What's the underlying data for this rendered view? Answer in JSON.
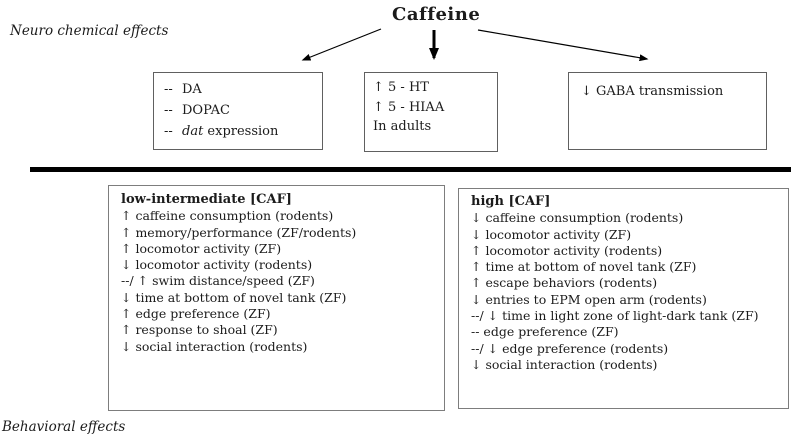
{
  "colors": {
    "text": "#1b1b1b",
    "neuro_box_border": "#606060",
    "behavior_box_border": "#7d7d7d",
    "divider": "#000000",
    "arrow": "#000000"
  },
  "header": {
    "section_label": "Neuro chemical effects",
    "title": "Caffeine"
  },
  "neuro_boxes": {
    "monoamine": {
      "items": [
        {
          "dash": "--",
          "italic": "",
          "text": "DA"
        },
        {
          "dash": "--",
          "italic": "",
          "text": "DOPAC"
        },
        {
          "dash": "--",
          "italic": "dat",
          "text": " expression"
        }
      ]
    },
    "serotonin": {
      "items": [
        "↑  5 - HT",
        "↑  5 - HIAA",
        "In adults"
      ]
    },
    "gaba": {
      "items": [
        "↓  GABA transmission"
      ]
    }
  },
  "behavior": {
    "section_label": "Behavioral effects",
    "low": {
      "title": "low-intermediate [CAF]",
      "items": [
        "↑ caffeine consumption (rodents)",
        "↑ memory/performance (ZF/rodents)",
        "↑ locomotor activity (ZF)",
        "↓ locomotor activity (rodents)",
        "--/ ↑ swim distance/speed (ZF)",
        "↓ time at bottom of novel tank (ZF)",
        "↑ edge preference (ZF)",
        "↑ response to shoal (ZF)",
        "↓ social interaction (rodents)"
      ]
    },
    "high": {
      "title": "high [CAF]",
      "items": [
        "↓ caffeine consumption (rodents)",
        "↓ locomotor activity (ZF)",
        "↑ locomotor activity (rodents)",
        "↑ time at bottom of novel tank (ZF)",
        "↑ escape behaviors (rodents)",
        "↓ entries to EPM open arm (rodents)",
        "--/ ↓ time in light zone of light-dark tank (ZF)",
        "-- edge preference (ZF)",
        "--/ ↓ edge preference (rodents)",
        "↓ social interaction (rodents)"
      ]
    }
  }
}
